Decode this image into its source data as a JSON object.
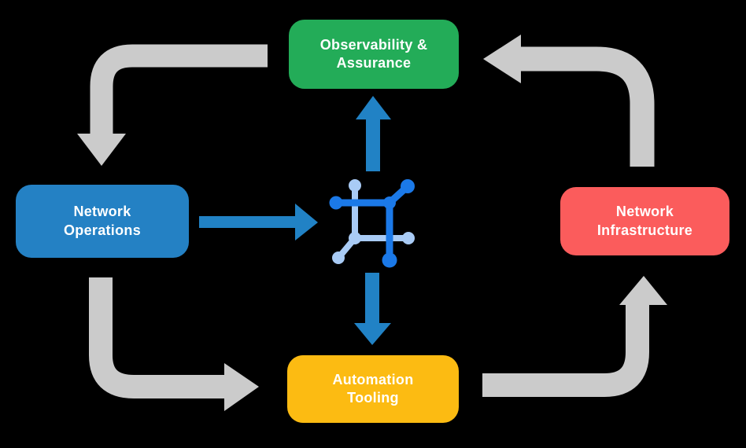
{
  "colors": {
    "background": "#000000",
    "node-green": "#23ac58",
    "node-blue": "#2481c4",
    "node-red": "#fb5c5c",
    "node-yellow": "#fcbb12",
    "node-text": "#ffffff",
    "arrow-gray": "#cbcbcb",
    "arrow-blue": "#2182c5",
    "icon-dark": "#1b79e8",
    "icon-light": "#a9cbf5"
  },
  "nodes": {
    "observability": {
      "label": "Observability &\nAssurance"
    },
    "operations": {
      "label": "Network\nOperations"
    },
    "infrastructure": {
      "label": "Network\nInfrastructure"
    },
    "automation": {
      "label": "Automation\nTooling"
    }
  },
  "icon": {
    "name": "network-mesh-icon"
  },
  "flows": [
    {
      "from": "observability",
      "to": "operations",
      "style": "gray-elbow",
      "direction": "left-then-down"
    },
    {
      "from": "operations",
      "to": "automation",
      "style": "gray-elbow",
      "direction": "down-then-right"
    },
    {
      "from": "automation",
      "to": "infrastructure",
      "style": "gray-elbow",
      "direction": "right-then-up"
    },
    {
      "from": "infrastructure",
      "to": "observability",
      "style": "gray-elbow",
      "direction": "up-then-left"
    },
    {
      "from": "operations",
      "to": "center-icon",
      "style": "blue-straight",
      "direction": "right"
    },
    {
      "from": "center-icon",
      "to": "observability",
      "style": "blue-straight",
      "direction": "up"
    },
    {
      "from": "center-icon",
      "to": "automation",
      "style": "blue-straight",
      "direction": "down"
    }
  ]
}
